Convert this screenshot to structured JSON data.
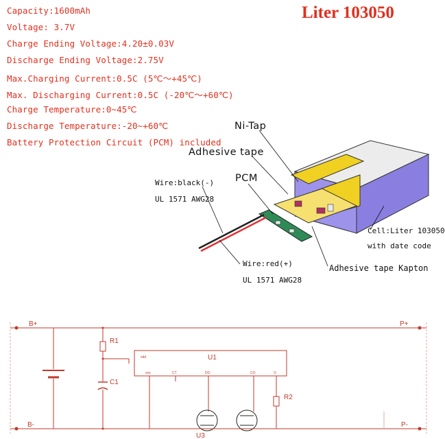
{
  "specs": [
    "Capacity:1600mAh",
    "Voltage: 3.7V",
    "Charge Ending Voltage:4.20±0.03V",
    "Discharge Ending Voltage:2.75V",
    "Max.Charging Current:0.5C (5℃～+45℃)",
    "Max. Discharging Current:0.5C (-20℃～+60℃)",
    "Charge Temperature:0~45℃",
    "Discharge Temperature:-20~+60℃",
    "Battery Protection Circuit (PCM) included"
  ],
  "title": "Liter 103050",
  "diagram": {
    "ni_tap": "Ni-Tap",
    "adhesive_tape": "Adhesive tape",
    "pcm": "PCM",
    "wire_black": "Wire:black(-)",
    "ul_black": "UL 1571 AWG28",
    "wire_red": "Wire:red(+)",
    "ul_red": "UL 1571 AWG28",
    "cell_line1": "Cell:Liter 103050",
    "cell_line2": "with date code",
    "kapton": "Adhesive tape Kapton"
  },
  "schematic": {
    "b_plus": "B+",
    "b_minus": "B-",
    "p_plus": "P+",
    "p_minus": "P-",
    "r1": "R1",
    "r2": "R2",
    "c1": "C1",
    "u1": "U1",
    "u3": "U3",
    "pin_vdd": "vdd",
    "pin_vss": "vss",
    "pin_ct": "CT",
    "pin_do": "DO",
    "pin_co": "CO",
    "pin_v": "V-",
    "color_line": "#c0392b",
    "color_dim": "#e8a8a0"
  },
  "colors": {
    "spec_text": "#e0301e",
    "cell_body": "#8a7fe0",
    "cell_top": "#ececec",
    "ni_tap": "#f0d020",
    "pcm": "#2e8b57",
    "wire_red": "#e03030",
    "wire_black": "#222222"
  }
}
